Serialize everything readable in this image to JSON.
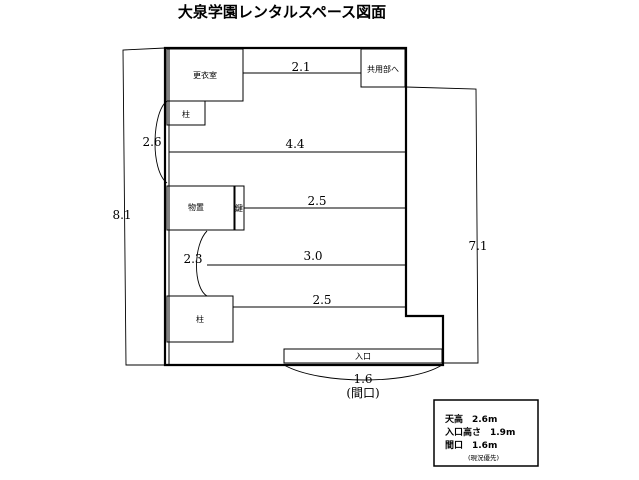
{
  "title": "大泉学園レンタルスペース図面",
  "rooms": {
    "changing_room": "更衣室",
    "common_area": "共用部へ",
    "pillar_upper": "柱",
    "storage": "物置",
    "key": "鍵",
    "pillar_lower": "柱",
    "entrance": "入口"
  },
  "dimensions": {
    "overall_height": "8.1",
    "right_height": "7.1",
    "top_span": "2.1",
    "upper_left": "2.6",
    "span_a": "4.4",
    "span_b": "2.5",
    "middle_left": "2.3",
    "span_c": "3.0",
    "span_d": "2.5",
    "opening_width": "1.6",
    "opening_label": "(間口)"
  },
  "specs": {
    "ceiling": "天高　2.6m",
    "entrance_height": "入口高さ　1.9m",
    "frontage": "間口　1.6m",
    "note": "(現況優先)"
  }
}
